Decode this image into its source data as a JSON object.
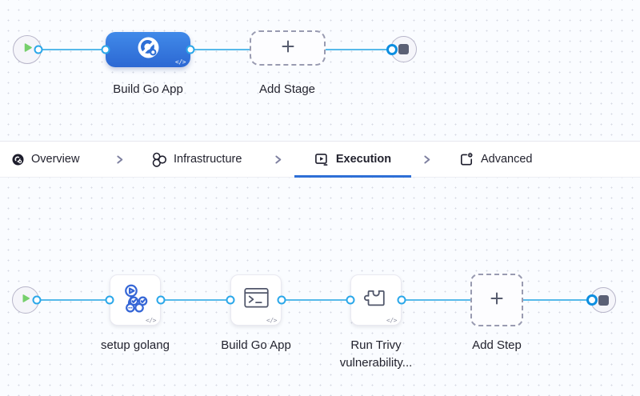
{
  "stage_canvas": {
    "stage": {
      "label": "Build Go App",
      "icon": "ci-build-stage-icon",
      "code_glyph": "</>"
    },
    "add_stage": {
      "label": "Add Stage",
      "icon": "plus-icon"
    }
  },
  "stage_tabs": {
    "items": [
      {
        "label": "Overview",
        "icon": "overview-icon",
        "active": false
      },
      {
        "label": "Infrastructure",
        "icon": "infrastructure-icon",
        "active": false
      },
      {
        "label": "Execution",
        "icon": "execution-icon",
        "active": true
      },
      {
        "label": "Advanced",
        "icon": "advanced-icon",
        "active": false
      }
    ],
    "separator_icon": "chevron-right-icon"
  },
  "execution_canvas": {
    "steps": [
      {
        "label": "setup golang",
        "icon": "action-step-icon",
        "code_glyph": "</>"
      },
      {
        "label": "Build Go App",
        "icon": "run-step-icon",
        "code_glyph": "</>"
      },
      {
        "label": "Run Trivy vulnerability...",
        "icon": "plugin-step-icon",
        "code_glyph": "</>"
      }
    ],
    "add_step": {
      "label": "Add Step",
      "icon": "plus-icon"
    }
  },
  "colors": {
    "accent_blue": "#2e6fd6",
    "connector_blue": "#56b9ea",
    "port_blue": "#2aa7e9",
    "stage_node_blue": "#3579de",
    "start_green": "#76cf6c",
    "end_slate": "#5b6075",
    "canvas_bg": "#fafcff"
  }
}
